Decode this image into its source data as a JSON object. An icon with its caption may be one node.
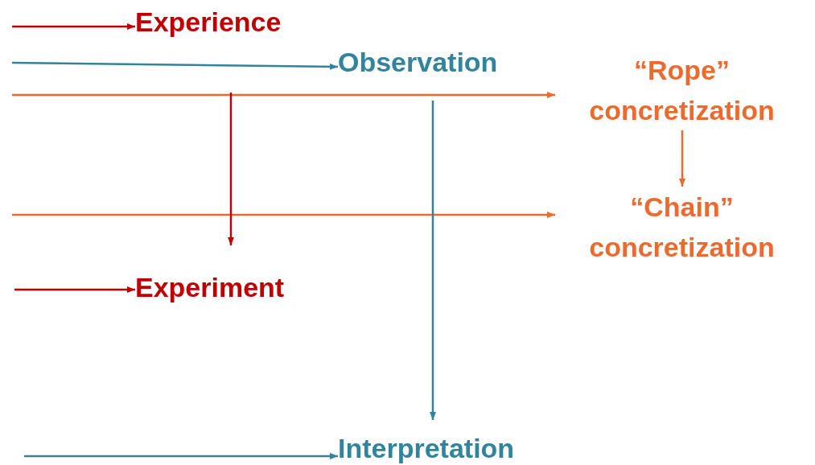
{
  "diagram": {
    "nodes": [
      {
        "text": [
          "Experience"
        ]
      },
      {
        "text": [
          "Observation"
        ]
      },
      {
        "text": [
          "“Rope” concretization"
        ]
      },
      {
        "text": [
          "“Chain” concretization"
        ]
      },
      {
        "text": [
          "Experiment"
        ]
      },
      {
        "text": [
          "Interpretation"
        ]
      }
    ],
    "edges": [
      {
        "from": null,
        "to": 0,
        "arrow": "to",
        "color": "#c00000"
      },
      {
        "from": null,
        "to": 1,
        "arrow": "to",
        "color": "#31849b"
      },
      {
        "from": null,
        "to": 2,
        "arrow": "to",
        "color": "#ed6a2f"
      },
      {
        "from": 2,
        "to": 3,
        "arrow": "to",
        "color": "#ed6a2f"
      },
      {
        "from": null,
        "to": 3,
        "arrow": "to",
        "color": "#ed6a2f"
      },
      {
        "from": null,
        "to": 4,
        "arrow": "to",
        "color": "#c00000"
      },
      {
        "from": null,
        "to": 4,
        "arrow": "to",
        "color": "#c00000"
      },
      {
        "from": 1,
        "to": 5,
        "arrow": "to",
        "color": "#31849b"
      },
      {
        "from": null,
        "to": 5,
        "arrow": "to",
        "color": "#31849b"
      }
    ]
  }
}
